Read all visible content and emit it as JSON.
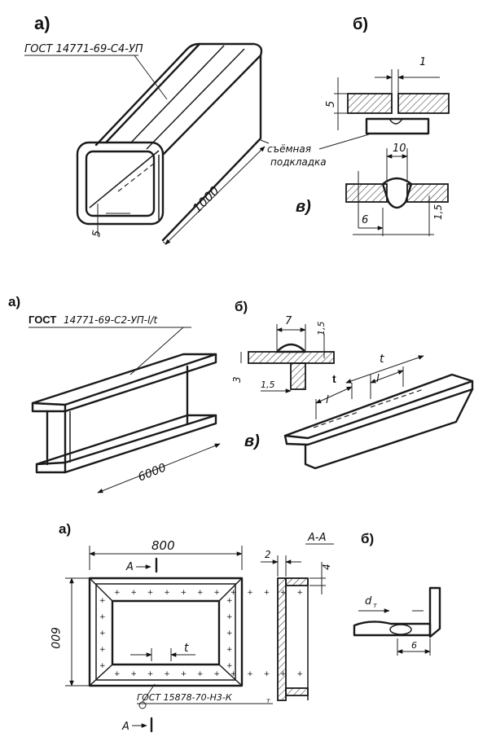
{
  "fig1": {
    "label_a": "а)",
    "label_b": "б)",
    "label_v": "в)",
    "standard": "ГОСТ 14771-69-С4-УП",
    "length": "1000",
    "thickness": "5",
    "gap_1": "1",
    "plate_5": "5",
    "backing_note_1": "съёмная",
    "backing_note_2": "подкладка",
    "dim_10": "10",
    "dim_6": "6",
    "dim_15": "1,5"
  },
  "fig2": {
    "label_a": "а)",
    "label_b": "б)",
    "label_v": "в)",
    "standard_prefix": "ГОСТ",
    "standard": "14771-69-С2-УП-l/t",
    "length": "6000",
    "dim_7": "7",
    "dim_15_top": "1,5",
    "dim_15_bottom": "1,5",
    "dim_3": "3",
    "dim_t": "t",
    "dim_t2": "t",
    "dim_l1": "l",
    "dim_l2": "l"
  },
  "fig3": {
    "label_a": "а)",
    "label_b": "б)",
    "width": "800",
    "height": "600",
    "section": "А-А",
    "section_mark": "А",
    "section_mark_bottom": "А",
    "dim_2": "2",
    "dim_4": "4",
    "pitch": "t",
    "standard": "ГОСТ 15878-70-Н3-К",
    "standard_sub": "т",
    "dim_d": "d",
    "dim_d_sub": "т",
    "dim_6": "6"
  }
}
